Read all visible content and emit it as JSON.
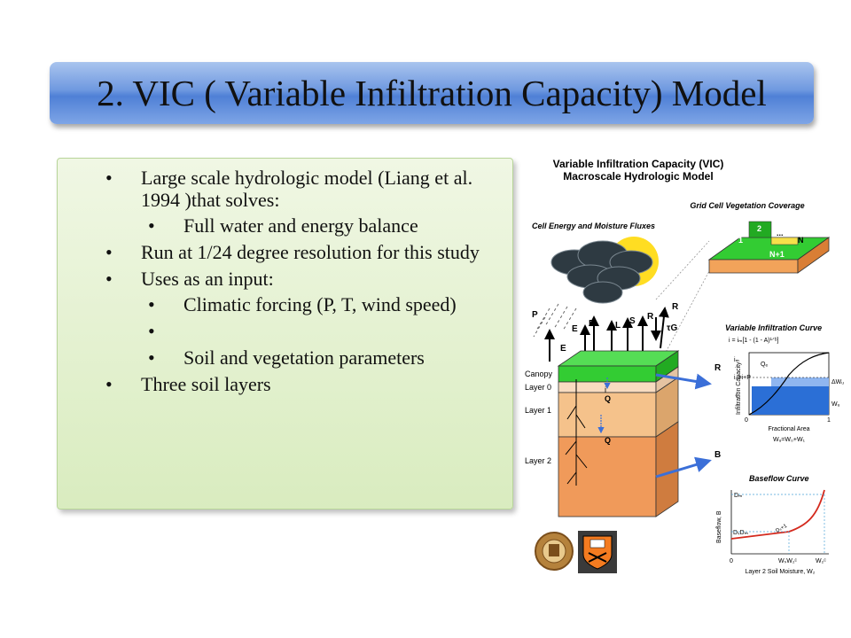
{
  "title": "2. VIC ( Variable Infiltration Capacity) Model",
  "bullets": {
    "b1": "Large scale hydrologic model (Liang et al. 1994 )that solves:",
    "b1_1": "Full water and energy balance",
    "b2": "Run at 1/24  degree resolution for this study",
    "b3": "Uses  as an input:",
    "b3_1": "Climatic forcing (P, T, wind speed)",
    "b3_2": "Soil and vegetation parameters",
    "b4": "Three soil layers"
  },
  "diagram": {
    "title_line1": "Variable Infiltration Capacity (VIC)",
    "title_line2": "Macroscale Hydrologic Model",
    "grid_label": "Grid Cell Vegetation Coverage",
    "fluxes_label": "Cell Energy and Moisture Fluxes",
    "veg_labels": [
      "1",
      "2",
      "...",
      "N",
      "N+1"
    ],
    "flux_labels": {
      "p": "P",
      "ec": "E",
      "et": "E",
      "e": "E",
      "l": "L",
      "s": "S",
      "rl": "R",
      "rs": "R",
      "tg": "τG"
    },
    "layers": {
      "canopy": "Canopy",
      "layer0": "Layer 0",
      "layer1": "Layer 1",
      "layer2": "Layer 2"
    },
    "flow_labels": {
      "i": "i",
      "q1": "Q",
      "q2": "Q",
      "r": "R",
      "b": "B"
    },
    "infil_title": "Variable Infiltration Curve",
    "infil_formula": "i = iₘ[1 - (1 - A)¹ᐟᵇ]",
    "infil_ylabel": "Infiltration Capacity",
    "infil_xlabel": "Fractional Area",
    "infil_eq": "Wᵤ=W₀+W₁",
    "infil_marks": {
      "im": "iₘ",
      "qd": "Qₑ",
      "i0p": "i₀=i+P",
      "i": "i",
      "zero": "0",
      "one": "1",
      "dwu": "ΔWᵤ",
      "wu": "Wᵤ"
    },
    "base_title": "Baseflow Curve",
    "base_ylabel": "Baseflow, B",
    "base_xlabel": "Layer 2 Soil Moisture, W₂",
    "base_marks": {
      "dm": "Dₘ",
      "dsdm": "DₛDₘ",
      "zero": "0",
      "wsw2": "WₛW₂ᶜ",
      "w2c": "W₂ᶜ",
      "slope": "Dₛ+1"
    }
  },
  "colors": {
    "title_bar": "#5f8edc",
    "bullet_box": "#dcedc4",
    "canopy": "#33cc33",
    "layer1": "#f5c28b",
    "layer2": "#f09a5a",
    "arrow": "#3b6fd8",
    "cloud": "#2e3a42",
    "sun": "#ffdd22"
  },
  "icons": [
    "cloud-icon",
    "sun-icon",
    "university-seal-icon",
    "princeton-shield-icon"
  ]
}
